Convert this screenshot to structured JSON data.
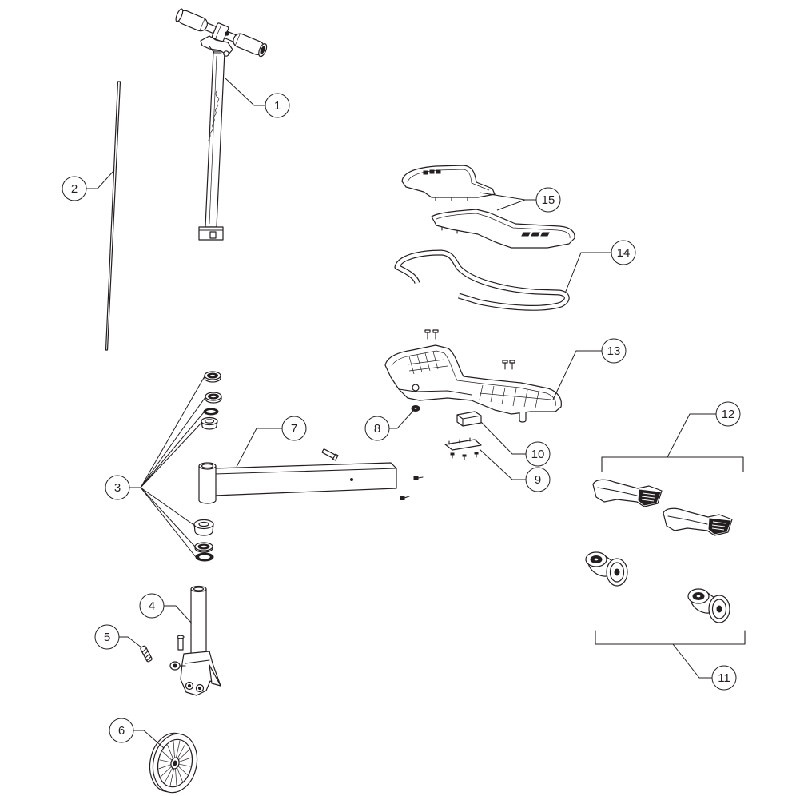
{
  "colors": {
    "line": "#231f20",
    "background": "#ffffff"
  },
  "callouts": [
    "1",
    "2",
    "3",
    "4",
    "5",
    "6",
    "7",
    "8",
    "9",
    "10",
    "11",
    "12",
    "13",
    "14",
    "15"
  ]
}
